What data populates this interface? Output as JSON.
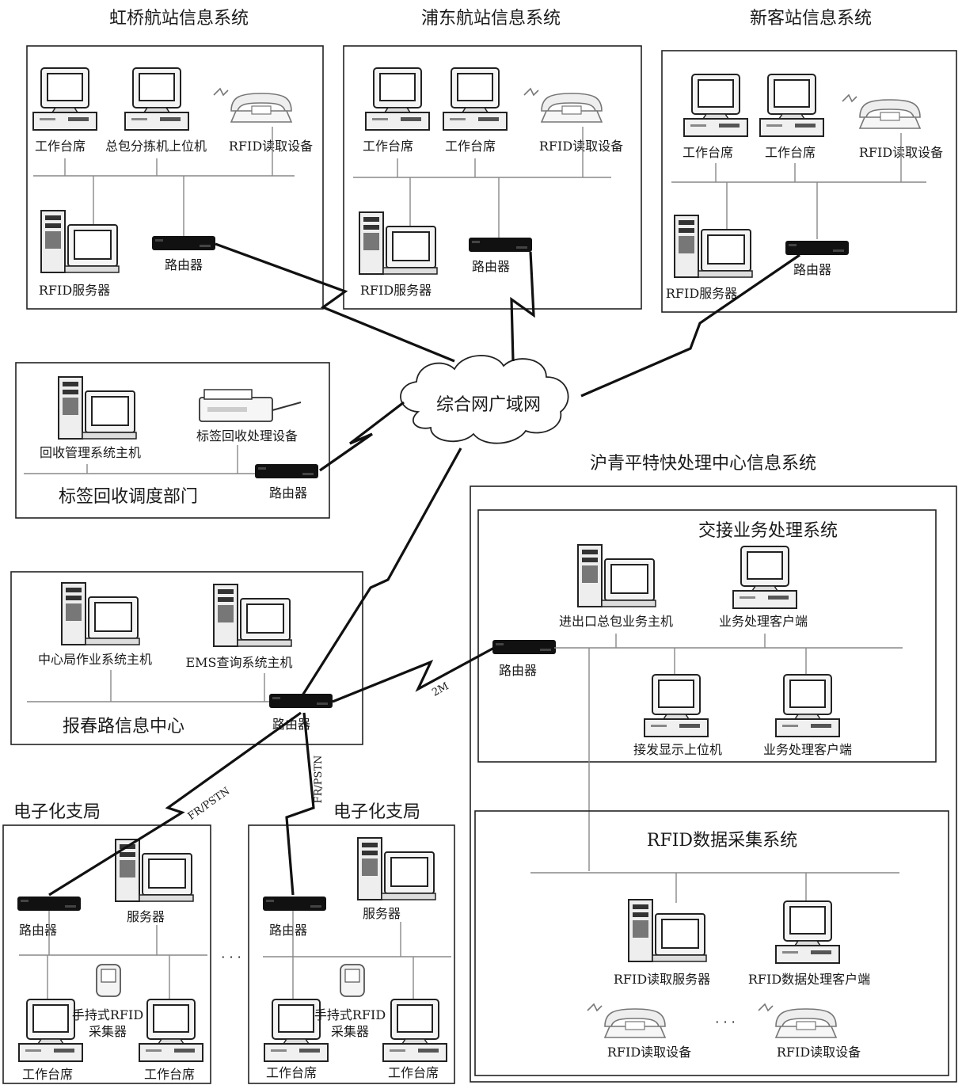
{
  "systems": {
    "hongqiao": {
      "title": "虹桥航站信息系统",
      "workstation": "工作台席",
      "sorter_host": "总包分拣机上位机",
      "rfid_reader": "RFID读取设备",
      "rfid_server": "RFID服务器",
      "router": "路由器"
    },
    "pudong": {
      "title": "浦东航站信息系统",
      "workstation_1": "工作台席",
      "workstation_2": "工作台席",
      "rfid_reader": "RFID读取设备",
      "rfid_server": "RFID服务器",
      "router": "路由器"
    },
    "new_station": {
      "title": "新客站信息系统",
      "workstation_1": "工作台席",
      "workstation_2": "工作台席",
      "rfid_reader": "RFID读取设备",
      "rfid_server": "RFID服务器",
      "router": "路由器"
    },
    "recycle": {
      "title": "标签回收调度部门",
      "host": "回收管理系统主机",
      "device": "标签回收处理设备",
      "router": "路由器"
    },
    "wan": {
      "label": "综合网广域网"
    },
    "info_center": {
      "title": "报春路信息中心",
      "host_1": "中心局作业系统主机",
      "host_2": "EMS查询系统主机",
      "router": "路由器"
    },
    "branch_1": {
      "title": "电子化支局",
      "router": "路由器",
      "server": "服务器",
      "handheld_line1": "手持式RFID",
      "handheld_line2": "采集器",
      "workstation_1": "工作台席",
      "workstation_2": "工作台席"
    },
    "branch_2": {
      "title": "电子化支局",
      "router": "路由器",
      "server": "服务器",
      "handheld_line1": "手持式RFID",
      "handheld_line2": "采集器",
      "workstation_1": "工作台席",
      "workstation_2": "工作台席"
    },
    "hqp": {
      "title": "沪青平特快处理中心信息系统",
      "router": "路由器",
      "handover": {
        "title": "交接业务处理系统",
        "host": "进出口总包业务主机",
        "client_1": "业务处理客户端",
        "display_host": "接发显示上位机",
        "client_2": "业务处理客户端"
      },
      "rfid_collect": {
        "title": "RFID数据采集系统",
        "server": "RFID读取服务器",
        "client": "RFID数据处理客户端",
        "reader_1": "RFID读取设备",
        "reader_2": "RFID读取设备"
      }
    }
  },
  "links": {
    "two_m": "2M",
    "fr_pstn_1": "FR/PSTN",
    "fr_pstn_2": "FR/PSTN"
  },
  "ellipsis_1": "· · ·",
  "ellipsis_2": "· · ·",
  "icons": [
    "computer-icon",
    "server-tower-icon",
    "router-icon",
    "rfid-reader-icon",
    "printer-icon",
    "handheld-icon",
    "cloud-icon"
  ]
}
